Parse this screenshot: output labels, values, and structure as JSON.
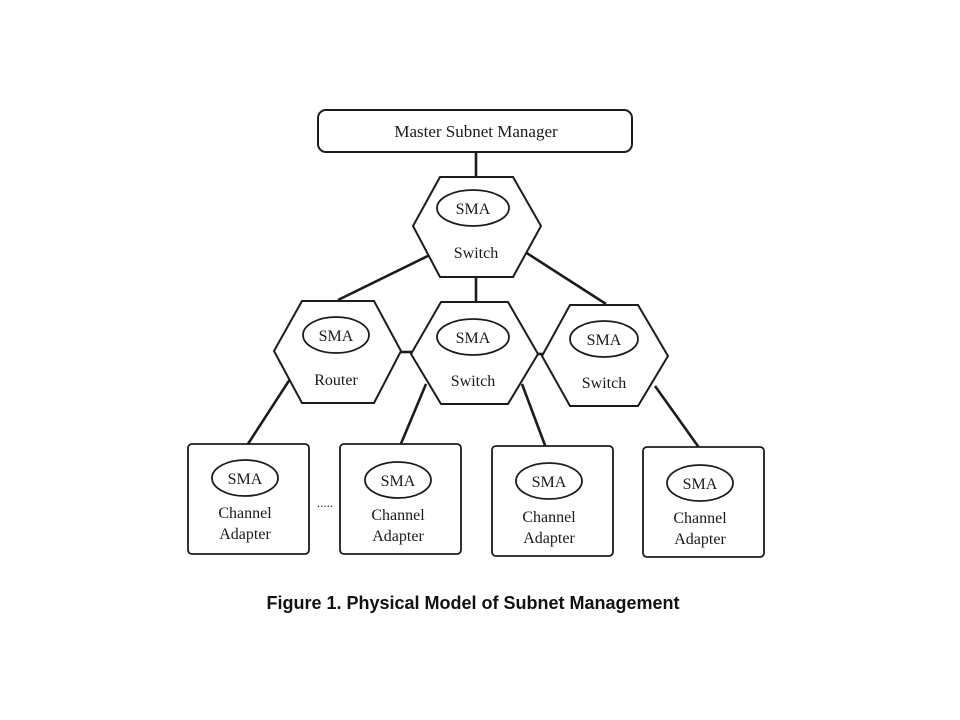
{
  "diagram": {
    "manager": {
      "label": "Master Subnet Manager"
    },
    "agent_label": "SMA",
    "nodes": {
      "top_switch": {
        "label": "Switch"
      },
      "router": {
        "label": "Router"
      },
      "mid_switch": {
        "label": "Switch"
      },
      "right_switch": {
        "label": "Switch"
      }
    },
    "adapters": [
      {
        "line1": "Channel",
        "line2": "Adapter"
      },
      {
        "line1": "Channel",
        "line2": "Adapter"
      },
      {
        "line1": "Channel",
        "line2": "Adapter"
      },
      {
        "line1": "Channel",
        "line2": "Adapter"
      }
    ],
    "ellipsis": ".....",
    "caption": "Figure 1. Physical Model of Subnet Management"
  }
}
